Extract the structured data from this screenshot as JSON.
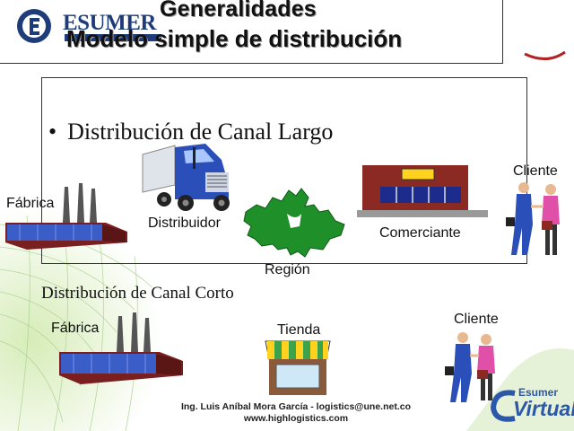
{
  "header": {
    "title_line1": "Generalidades",
    "title_line2": "Modelo simple de distribución",
    "logo_text": "ESUMER"
  },
  "long_channel": {
    "bullet": "•",
    "title": "Distribución de Canal Largo",
    "labels": {
      "factory": "Fábrica",
      "distributor": "Distribuidor",
      "region": "Región",
      "merchant": "Comerciante",
      "client": "Cliente"
    }
  },
  "short_channel": {
    "title": "Distribución de Canal Corto",
    "labels": {
      "factory": "Fábrica",
      "store": "Tienda",
      "client": "Cliente"
    }
  },
  "footer": {
    "line1": "Ing.  Luis Aníbal Mora García - logistics@une.net.co",
    "line2": "www.highlogistics.com"
  },
  "brand": {
    "virtual_small": "Esumer",
    "virtual_large": "Virtual"
  },
  "colors": {
    "logo_blue": "#1f3c7a",
    "truck_blue": "#2a4fb8",
    "map_green": "#1f8f2a",
    "factory_red": "#8a2020",
    "bg_green": "#cfe8b0"
  }
}
